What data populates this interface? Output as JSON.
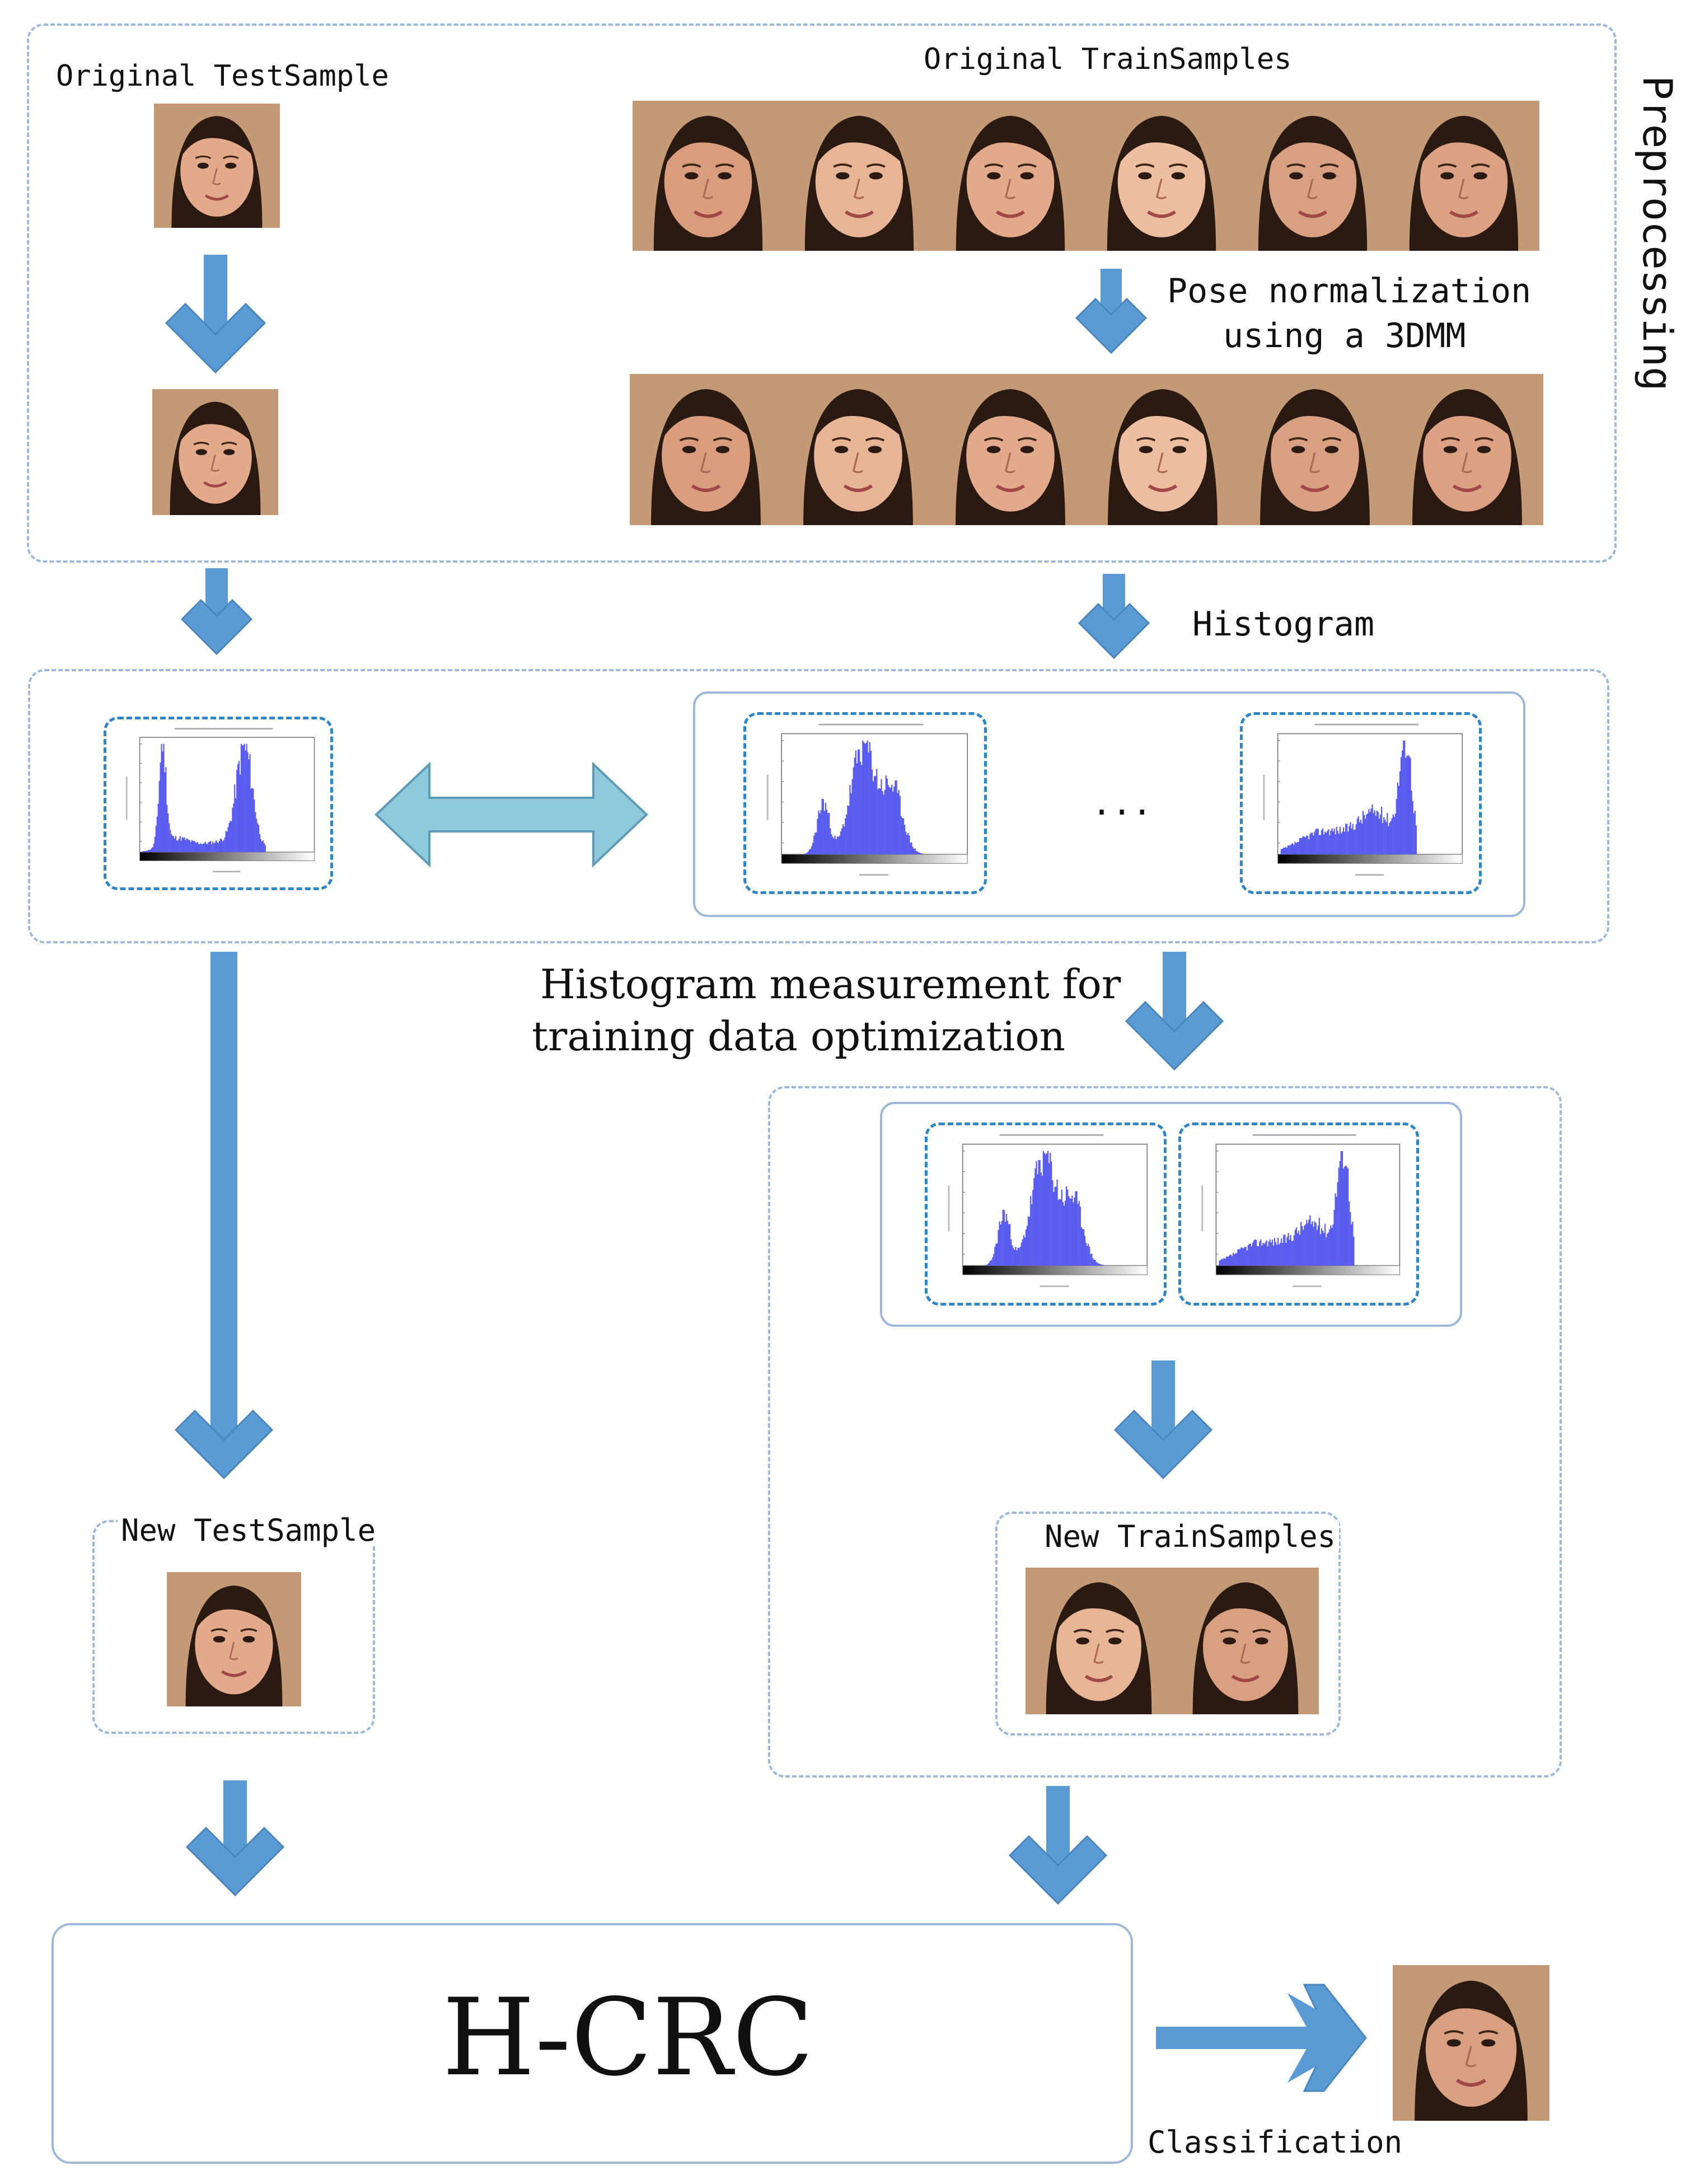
{
  "labels": {
    "original_test": "Original TestSample",
    "original_train": "Original TrainSamples",
    "preprocessing": "Preprocessing",
    "pose_line1": "Pose normalization",
    "pose_line2": "using a 3DMM",
    "histogram": "Histogram",
    "ellipsis": "...",
    "measure_line1": "Histogram measurement for",
    "measure_line2": "training data optimization",
    "new_test": "New TestSample",
    "new_train": "New TrainSamples",
    "hcrc": "H-CRC",
    "classification": "Classification"
  },
  "colors": {
    "arrow": "#5b9bd5",
    "double_arrow": "#8ec9dc",
    "dashed_border": "#9db8d8",
    "hist_border": "#2e86c6",
    "hist_bar": "#5a5cf0",
    "skin_tones": [
      "#e2a98a",
      "#d99c7c",
      "#e7b596",
      "#ecbd9f",
      "#d8a080",
      "#dba182"
    ],
    "background_wall": "#c49a76"
  }
}
